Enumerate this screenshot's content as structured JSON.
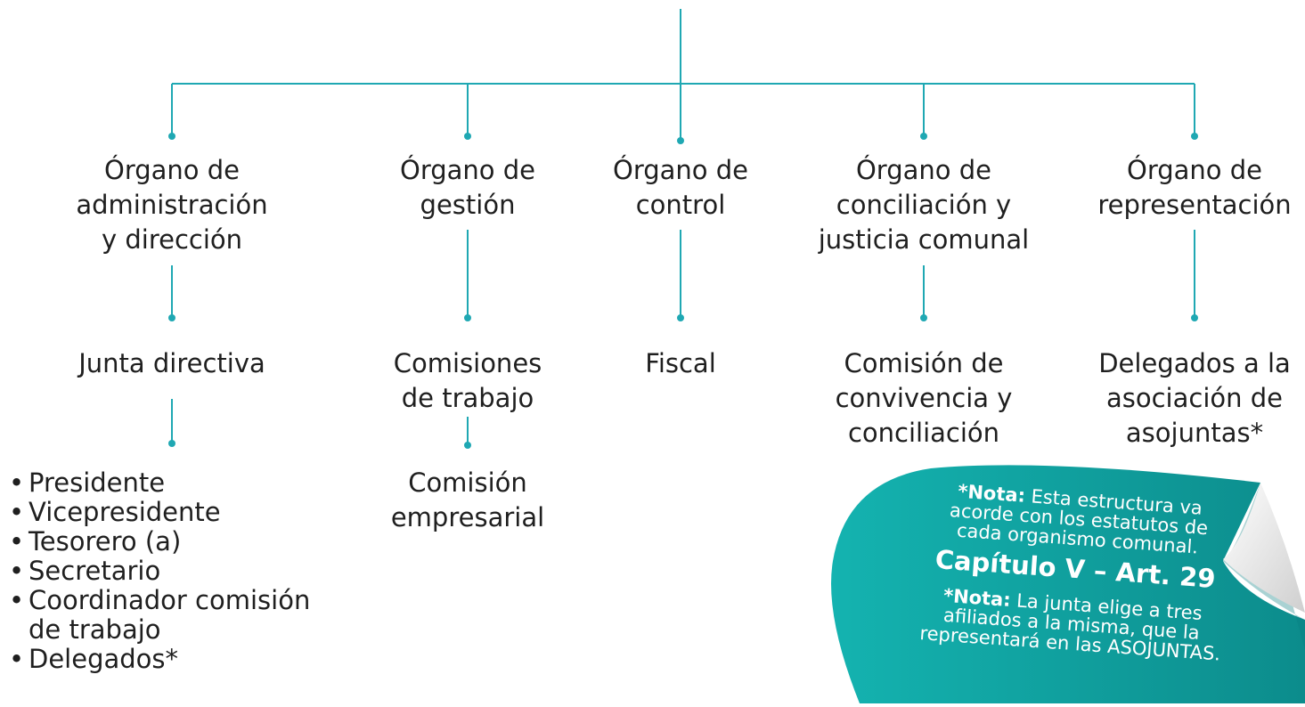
{
  "colors": {
    "line": "#1fa8b3",
    "note": "#14b3b0",
    "note_dark": "#0c8c8c",
    "curl": "#f2f2f2"
  },
  "nodes": {
    "admin": [
      "Órgano de",
      "administración",
      "y dirección"
    ],
    "gestion": [
      "Órgano de",
      "gestión"
    ],
    "control": [
      "Órgano de",
      "control"
    ],
    "conciliacion": [
      "Órgano de",
      "conciliación y",
      "justicia comunal"
    ],
    "representacion": [
      "Órgano de",
      "representación"
    ],
    "junta": [
      "Junta directiva"
    ],
    "comisiones": [
      "Comisiones",
      "de trabajo"
    ],
    "fiscal": [
      "Fiscal"
    ],
    "convivencia": [
      "Comisión de",
      "convivencia y",
      "conciliación"
    ],
    "delegados": [
      "Delegados a la",
      "asociación de",
      "asojuntas*"
    ],
    "empresarial": [
      "Comisión",
      "empresarial"
    ]
  },
  "junta_members": [
    "Presidente",
    "Vicepresidente",
    "Tesorero (a)",
    "Secretario",
    "Coordinador comisión",
    "de trabajo",
    "Delegados*"
  ],
  "note": {
    "note1_label": "*Nota:",
    "note1_lines": [
      " Esta estructura va",
      "acorde con los estatutos de",
      "cada organismo comunal."
    ],
    "chapter": "Capítulo V – Art. 29",
    "note2_label": "*Nota:",
    "note2_lines": [
      " La junta elige a tres",
      "afiliados a la misma, que la",
      "representará en las ASOJUNTAS."
    ]
  }
}
